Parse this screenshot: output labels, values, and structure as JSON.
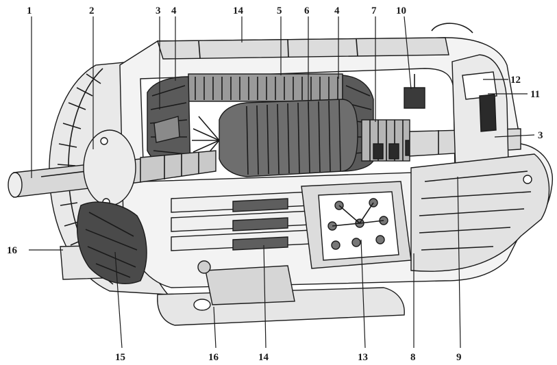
{
  "labels": [
    {
      "id": "l1",
      "text": "1"
    },
    {
      "id": "l2",
      "text": "2"
    },
    {
      "id": "l3a",
      "text": "3"
    },
    {
      "id": "l4a",
      "text": "4"
    },
    {
      "id": "l14a",
      "text": "14"
    },
    {
      "id": "l5",
      "text": "5"
    },
    {
      "id": "l6",
      "text": "6"
    },
    {
      "id": "l4b",
      "text": "4"
    },
    {
      "id": "l7",
      "text": "7"
    },
    {
      "id": "l10",
      "text": "10"
    },
    {
      "id": "l12",
      "text": "12"
    },
    {
      "id": "l11",
      "text": "11"
    },
    {
      "id": "l3b",
      "text": "3"
    },
    {
      "id": "l16a",
      "text": "16"
    },
    {
      "id": "l15",
      "text": "15"
    },
    {
      "id": "l16b",
      "text": "16"
    },
    {
      "id": "l14b",
      "text": "14"
    },
    {
      "id": "l13",
      "text": "13"
    },
    {
      "id": "l8",
      "text": "8"
    },
    {
      "id": "l9",
      "text": "9"
    }
  ],
  "colors": {
    "ink": "#1a1a1a",
    "paper": "#ffffff",
    "shade": "#8a8a8a",
    "dark": "#3a3a3a"
  }
}
